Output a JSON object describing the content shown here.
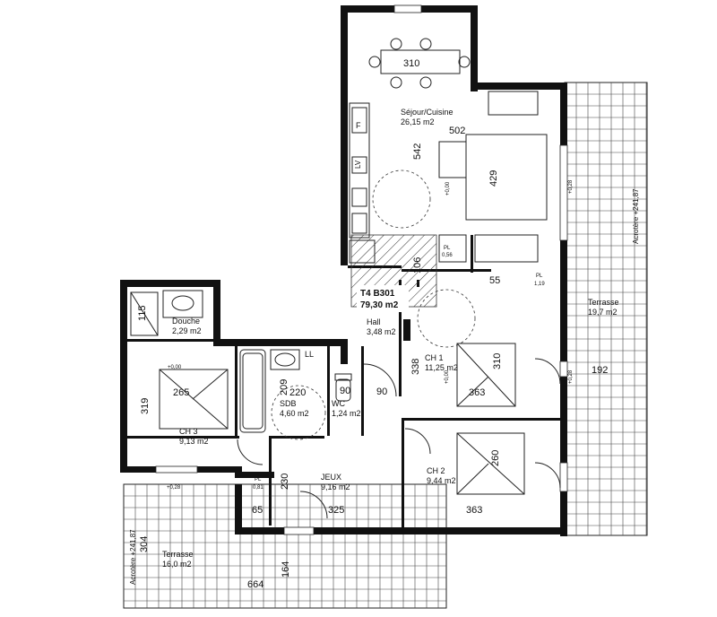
{
  "unit": {
    "label": "T4 B301",
    "area": "79,30 m2"
  },
  "rooms": {
    "sejour": {
      "name": "Séjour/Cuisine",
      "area": "26,15 m2"
    },
    "hall": {
      "name": "Hall",
      "area": "3,48 m2"
    },
    "ch1": {
      "name": "CH 1",
      "area": "11,25 m2"
    },
    "ch2": {
      "name": "CH 2",
      "area": "9,44 m2"
    },
    "ch3": {
      "name": "CH 3",
      "area": "9,13 m2"
    },
    "douche": {
      "name": "Douche",
      "area": "2,29 m2"
    },
    "sdb": {
      "name": "SDB",
      "area": "4,60 m2"
    },
    "wc": {
      "name": "WC",
      "area": "1,24 m2"
    },
    "jeux": {
      "name": "JEUX",
      "area": "9,16 m2"
    },
    "pl1": {
      "name": "PL",
      "area": "0,56"
    },
    "pl2": {
      "name": "PL",
      "area": "1,19"
    },
    "pl3": {
      "name": "PL",
      "area": "0,81"
    },
    "terrasse_east": {
      "name": "Terrasse",
      "area": "19,7 m2"
    },
    "terrasse_sw": {
      "name": "Terrasse",
      "area": "16,0 m2"
    }
  },
  "acroteres": {
    "east": "Acrotère +241,87",
    "west": "Acrotère +241,87"
  },
  "dimensions": {
    "table": "310",
    "sejour_w": "502",
    "sejour_h": "542",
    "sofa": "429",
    "hall_v": "106",
    "pl_h": "55",
    "ch1_bed": "310",
    "ch1_w": "363",
    "ch1_h": "338",
    "terrasse_e": "192",
    "ch3_bed": "265",
    "ch3_h": "319",
    "douche": "115",
    "sdb_a": "209",
    "sdb_b": "220",
    "wc": "90",
    "hall_w": "90",
    "ch2_bed": "260",
    "ch2_w": "363",
    "jeux_h": "230",
    "jeux_w": "325",
    "pl3_w": "65",
    "terr_sw_h": "304",
    "terr_sw_164": "164",
    "terr_sw_w": "664"
  },
  "levels": {
    "sejour": "+0,00",
    "ch3": "+0,00",
    "ch1": "+0,00",
    "terr_e": "+0,28",
    "terr_e2": "+0,28",
    "terr_sw": "+0,28"
  },
  "appliance_labels": {
    "fridge": "F",
    "dishwasher": "LV",
    "washer": "LL"
  }
}
